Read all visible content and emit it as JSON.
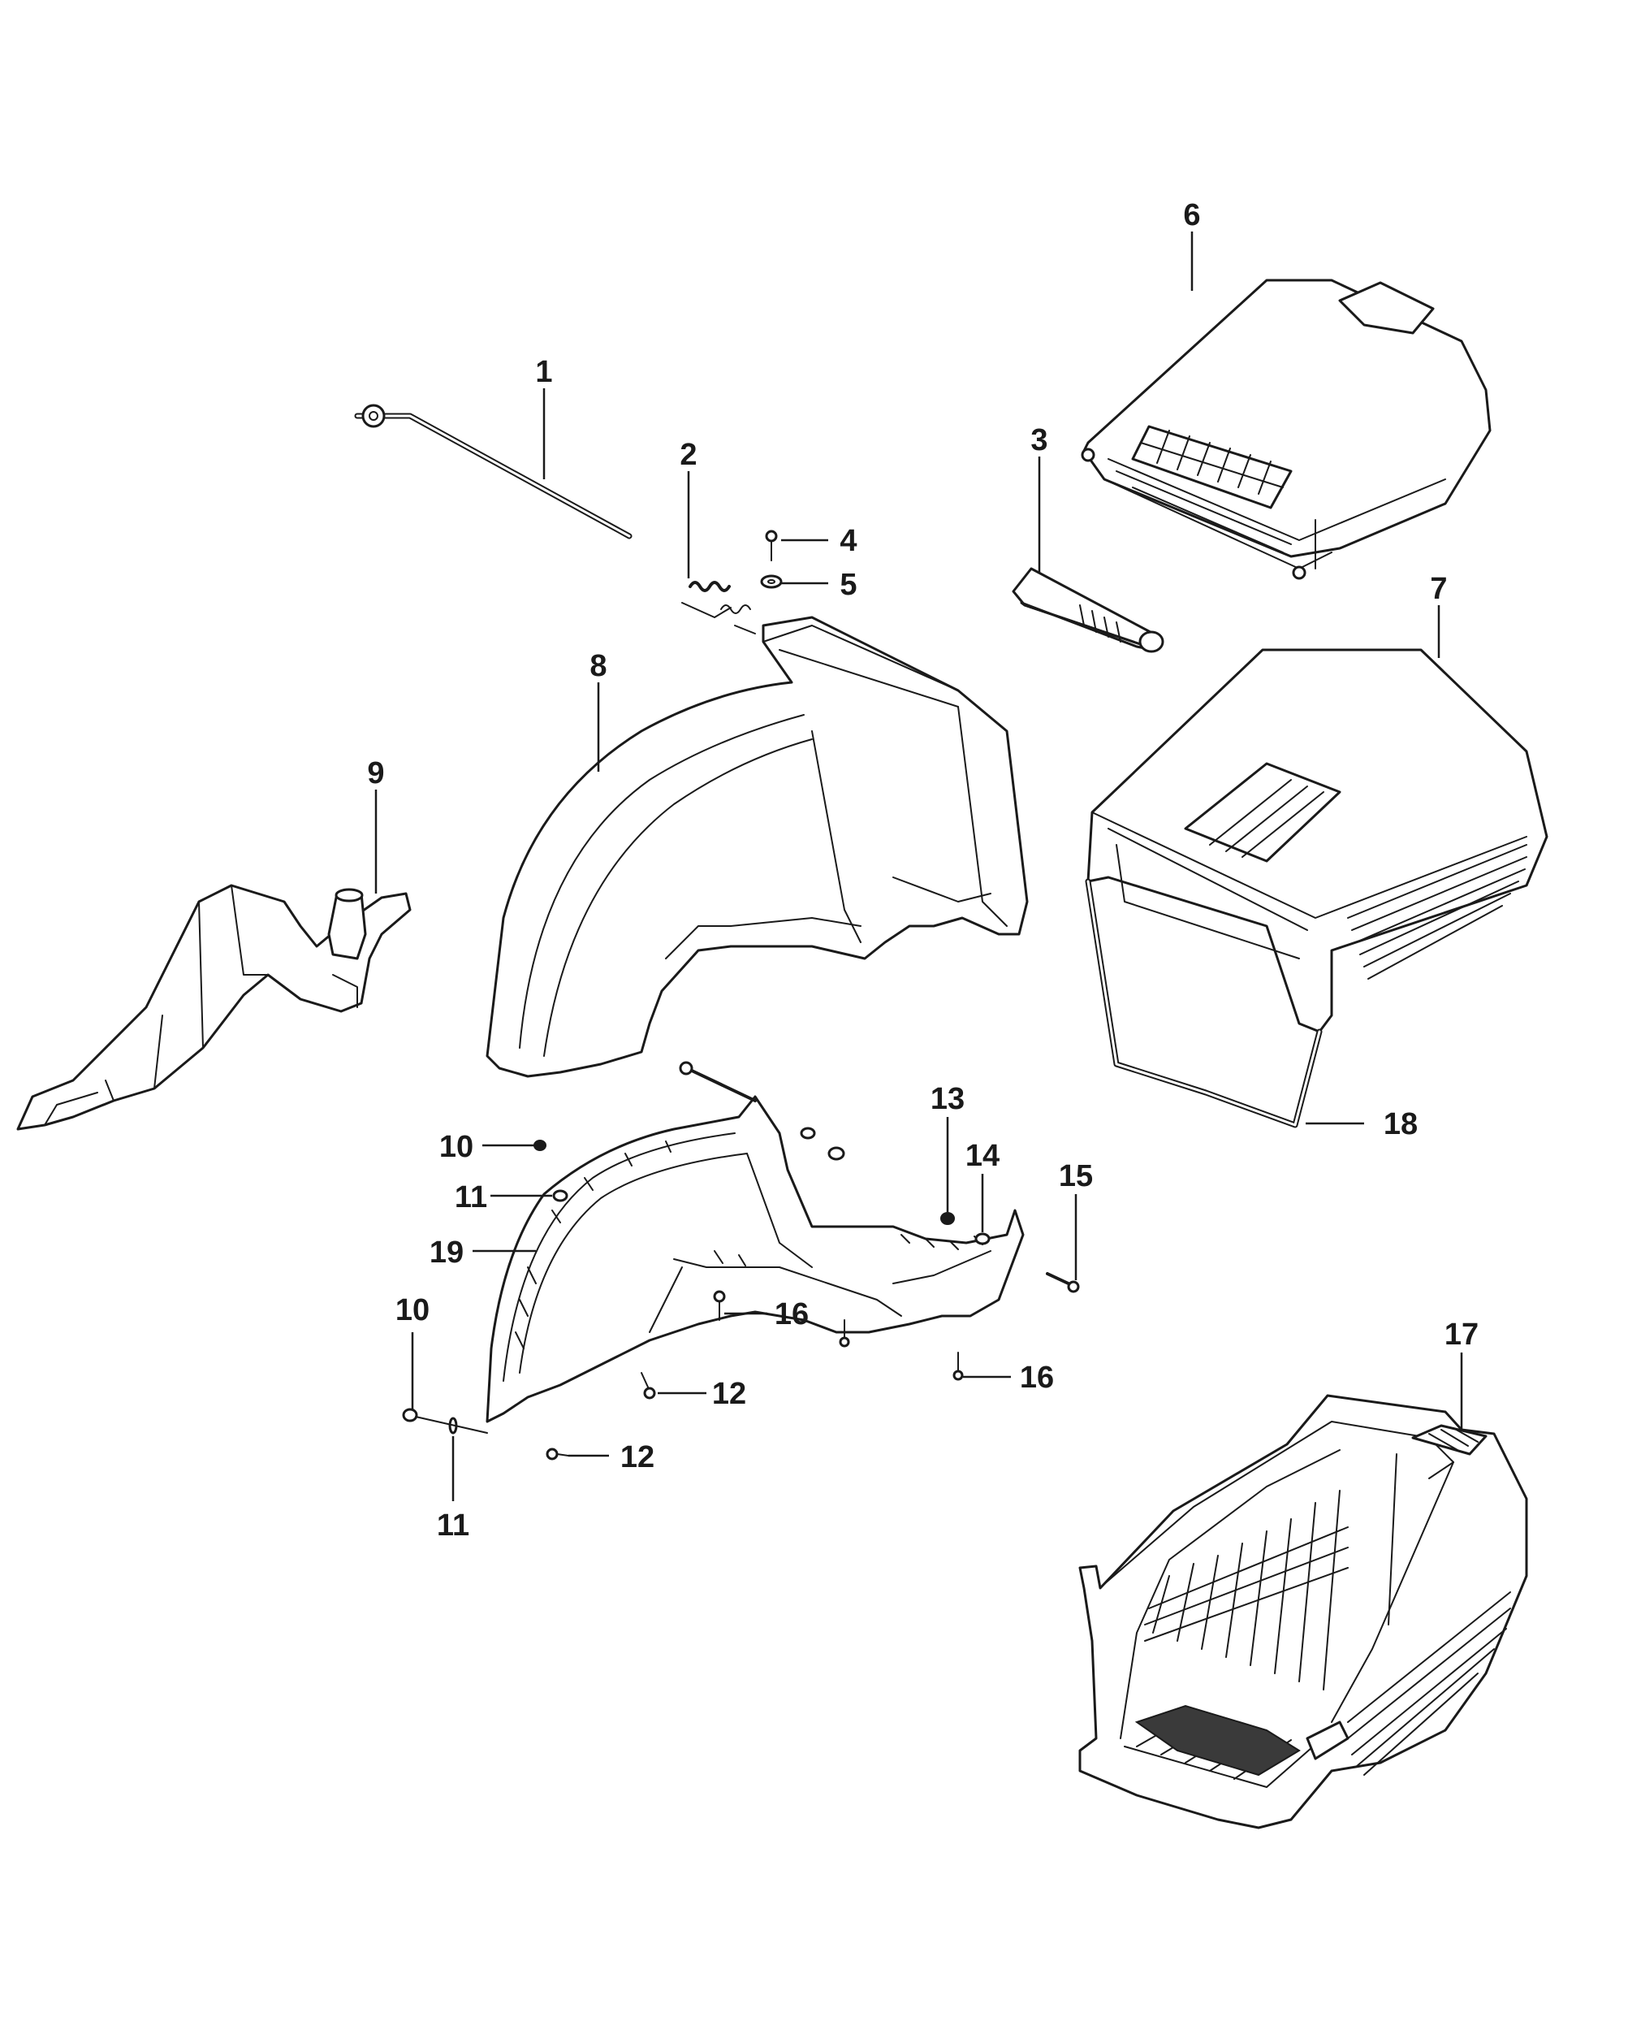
{
  "callouts": [
    {
      "id": "c1",
      "label": "1"
    },
    {
      "id": "c2",
      "label": "2"
    },
    {
      "id": "c3",
      "label": "3"
    },
    {
      "id": "c4",
      "label": "4"
    },
    {
      "id": "c5",
      "label": "5"
    },
    {
      "id": "c6",
      "label": "6"
    },
    {
      "id": "c7",
      "label": "7"
    },
    {
      "id": "c8",
      "label": "8"
    },
    {
      "id": "c9",
      "label": "9"
    },
    {
      "id": "c10a",
      "label": "10"
    },
    {
      "id": "c11a",
      "label": "11"
    },
    {
      "id": "c19",
      "label": "19"
    },
    {
      "id": "c10b",
      "label": "10"
    },
    {
      "id": "c11b",
      "label": "11"
    },
    {
      "id": "c12a",
      "label": "12"
    },
    {
      "id": "c12b",
      "label": "12"
    },
    {
      "id": "c13",
      "label": "13"
    },
    {
      "id": "c14",
      "label": "14"
    },
    {
      "id": "c15",
      "label": "15"
    },
    {
      "id": "c16a",
      "label": "16"
    },
    {
      "id": "c16b",
      "label": "16"
    },
    {
      "id": "c17",
      "label": "17"
    },
    {
      "id": "c18",
      "label": "18"
    }
  ]
}
